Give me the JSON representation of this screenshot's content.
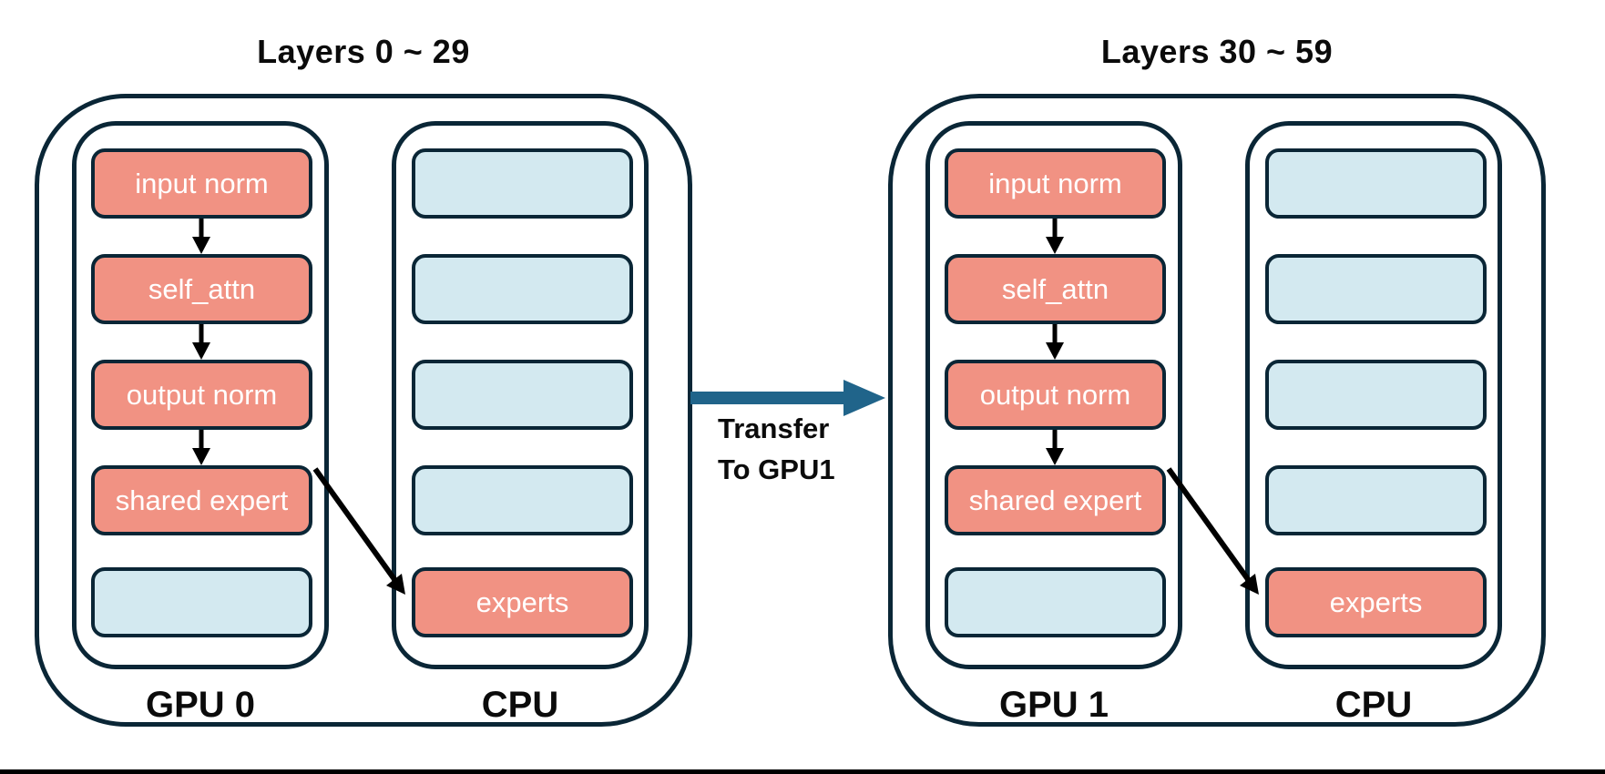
{
  "diagram": {
    "description": "MoE model layer placement across two GPUs with experts offloaded to CPU",
    "colors": {
      "outline": "#0a2636",
      "module_fill": "#f19283",
      "slot_fill": "#d3e9f0",
      "transfer_arrow": "#20648a",
      "flow_arrow": "#000000",
      "text_dark": "#0b0b0b",
      "text_light": "#ffffff",
      "background": "#ffffff",
      "bottom_edge": "#000000"
    },
    "transfer": {
      "label": "Transfer\nTo GPU1"
    },
    "groups": [
      {
        "title": "Layers 0 ~ 29",
        "gpu_label": "GPU 0",
        "cpu_label": "CPU",
        "gpu_blocks": [
          {
            "label": "input norm",
            "type": "module"
          },
          {
            "label": "self_attn",
            "type": "module"
          },
          {
            "label": "output norm",
            "type": "module"
          },
          {
            "label": "shared expert",
            "type": "module"
          },
          {
            "label": "",
            "type": "empty-slot"
          }
        ],
        "cpu_blocks": [
          {
            "label": "",
            "type": "empty-slot"
          },
          {
            "label": "",
            "type": "empty-slot"
          },
          {
            "label": "",
            "type": "empty-slot"
          },
          {
            "label": "",
            "type": "empty-slot"
          },
          {
            "label": "experts",
            "type": "module"
          }
        ]
      },
      {
        "title": "Layers 30 ~ 59",
        "gpu_label": "GPU 1",
        "cpu_label": "CPU",
        "gpu_blocks": [
          {
            "label": "input norm",
            "type": "module"
          },
          {
            "label": "self_attn",
            "type": "module"
          },
          {
            "label": "output norm",
            "type": "module"
          },
          {
            "label": "shared expert",
            "type": "module"
          },
          {
            "label": "",
            "type": "empty-slot"
          }
        ],
        "cpu_blocks": [
          {
            "label": "",
            "type": "empty-slot"
          },
          {
            "label": "",
            "type": "empty-slot"
          },
          {
            "label": "",
            "type": "empty-slot"
          },
          {
            "label": "",
            "type": "empty-slot"
          },
          {
            "label": "experts",
            "type": "module"
          }
        ]
      }
    ]
  }
}
